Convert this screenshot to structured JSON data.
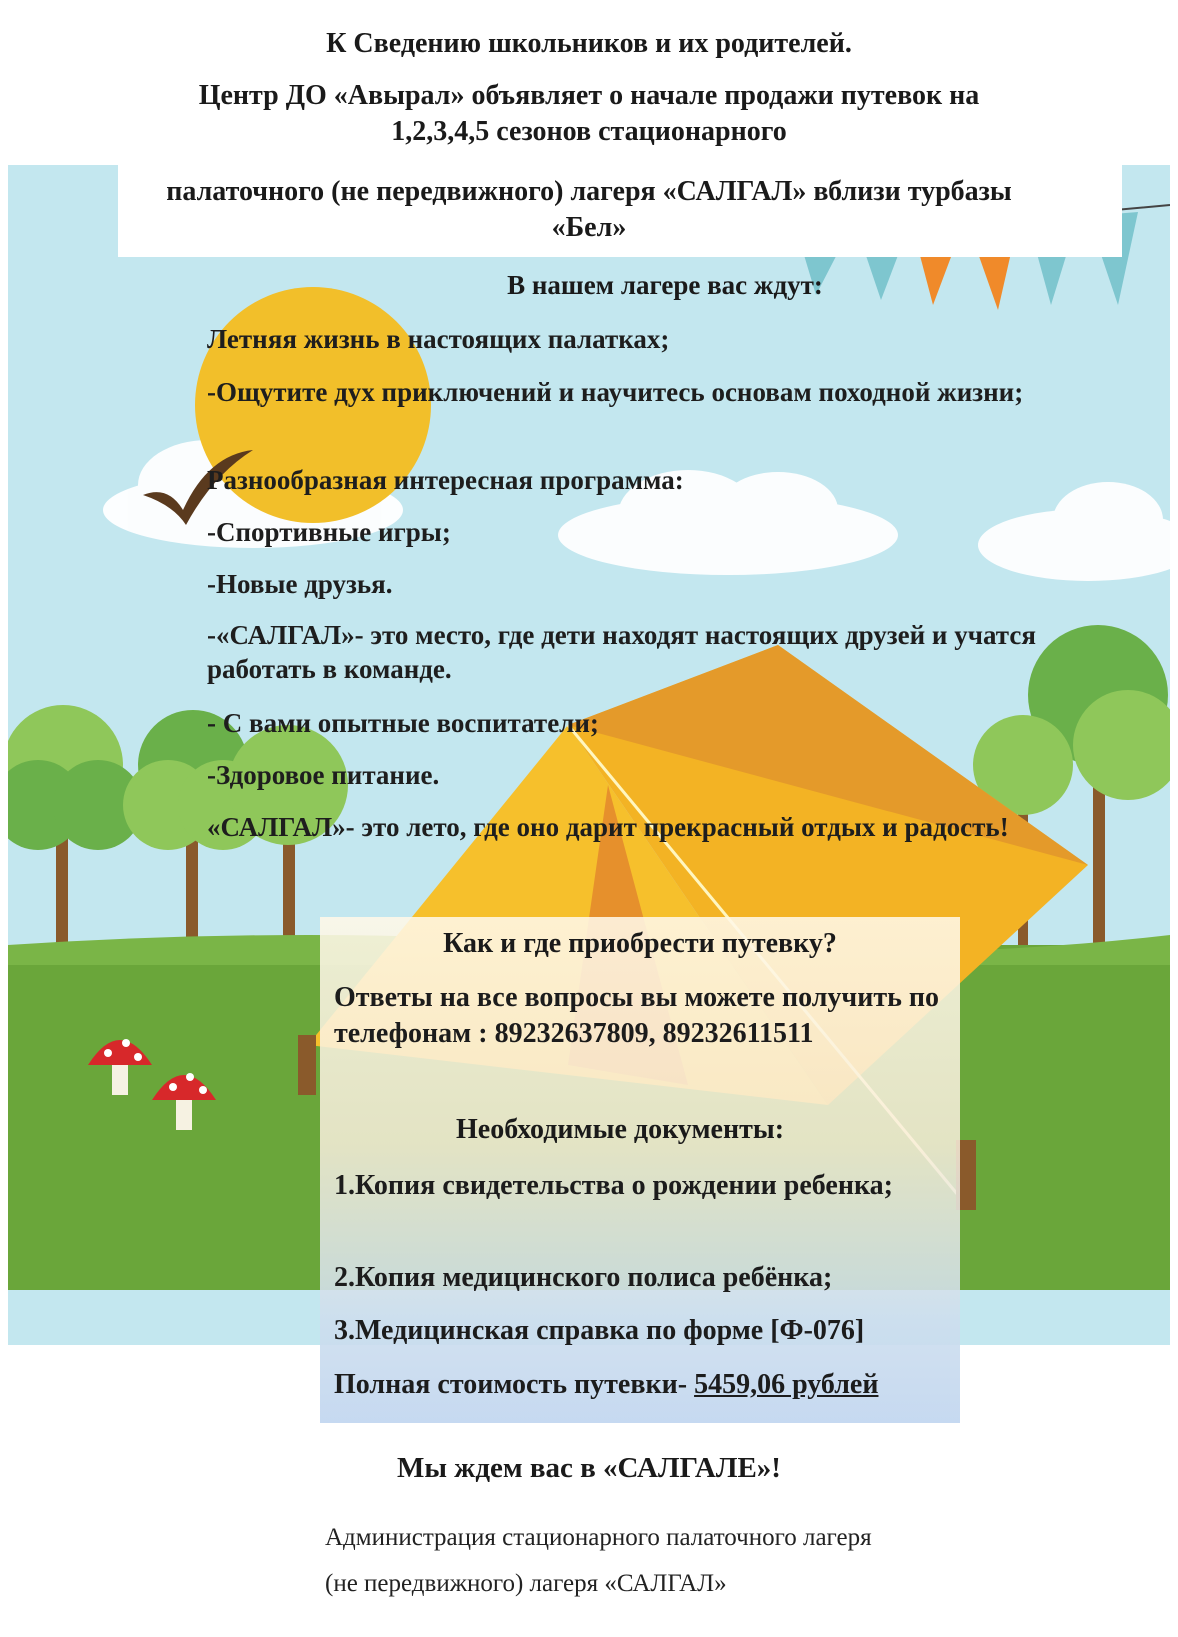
{
  "header": {
    "line1": "К Сведению школьников и их родителей.",
    "line2": "Центр ДО «Авырал» объявляет о начале продажи путевок на",
    "line3": "1,2,3,4,5 сезонов стационарного",
    "line4": "палаточного (не передвижного) лагеря «САЛГАЛ» вблизи турбазы",
    "line5": "«Бел»"
  },
  "intro": {
    "heading": "В нашем лагере вас ждут:",
    "items": [
      "Летняя жизнь в настоящих палатках;",
      "-Ощутите дух приключений и научитесь основам походной жизни;",
      "Разнообразная интересная программа:",
      "-Спортивные игры;",
      "-Новые друзья.",
      "-«САЛГАЛ»- это место, где дети находят настоящих друзей и учатся работать в команде.",
      "- С вами  опытные воспитатели;",
      "-Здоровое питание.",
      "«САЛГАЛ»- это лето, где оно дарит прекрасный отдых и радость!"
    ]
  },
  "info": {
    "question": "Как и где приобрести путевку?",
    "answer": "Ответы на все вопросы вы можете получить по телефонам : 89232637809, 89232611511",
    "docs_heading": "Необходимые документы:",
    "doc1": "1.Копия свидетельства о рождении ребенка;",
    "doc2": "2.Копия медицинского полиса ребёнка;",
    "doc3": "3.Медицинская справка по форме [Ф-076]",
    "price_label": "Полная стоимость путевки- ",
    "price_value": "5459,06 рублей"
  },
  "footer": {
    "title": "Мы ждем вас в «САЛГАЛЕ»!",
    "sig1": "Администрация стационарного палаточного лагеря",
    "sig2": "(не передвижного) лагеря «САЛГАЛ»"
  },
  "colors": {
    "sky": "#bfe6f0",
    "grass": "#6aa63a",
    "sun": "#f2bf2a",
    "tent": "#f3b324",
    "tent_shadow": "#e0902a",
    "flag_blue": "#7ec6cf",
    "flag_orange": "#f08a2a"
  }
}
